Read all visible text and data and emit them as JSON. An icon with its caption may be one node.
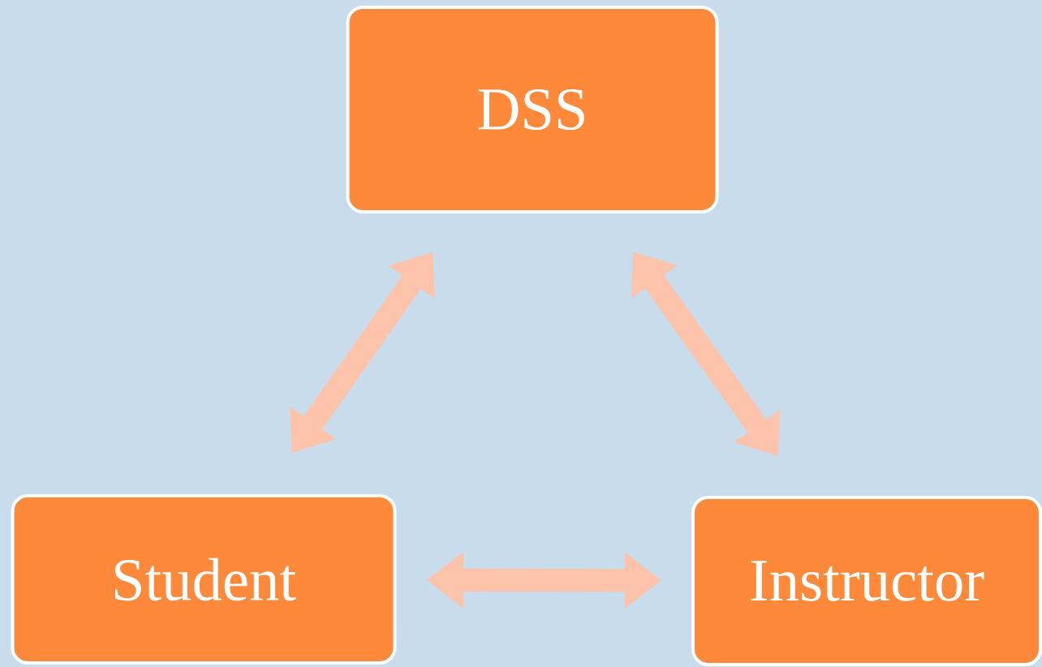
{
  "diagram": {
    "nodes": [
      {
        "text": [
          "DSS"
        ]
      },
      {
        "text": [
          "Student"
        ]
      },
      {
        "text": [
          "Instructor"
        ]
      }
    ],
    "edges": [
      {
        "from": 0,
        "to": 1,
        "arrow": "both"
      },
      {
        "from": 0,
        "to": 2,
        "arrow": "both"
      },
      {
        "from": 1,
        "to": 2,
        "arrow": "both"
      }
    ]
  }
}
